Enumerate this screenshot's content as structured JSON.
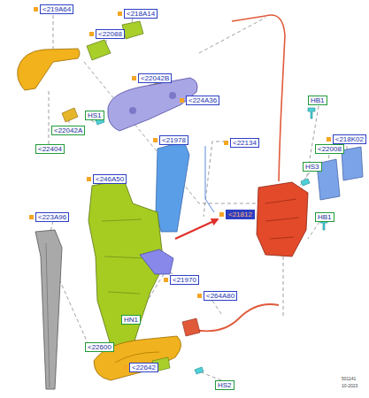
{
  "diagram": {
    "nodes": [
      {
        "text": [
          "<219A64"
        ]
      },
      {
        "text": [
          "<218A14"
        ]
      },
      {
        "text": [
          "<22088"
        ]
      },
      {
        "text": [
          "<22042B"
        ]
      },
      {
        "text": [
          "HS1"
        ]
      },
      {
        "text": [
          "<22042A"
        ]
      },
      {
        "text": [
          "<22404"
        ]
      },
      {
        "text": [
          "<224A36"
        ]
      },
      {
        "text": [
          "HB1"
        ]
      },
      {
        "text": [
          "<21978"
        ]
      },
      {
        "text": [
          "<22134"
        ]
      },
      {
        "text": [
          "<218K02"
        ]
      },
      {
        "text": [
          "<22008"
        ]
      },
      {
        "text": [
          "HS3"
        ]
      },
      {
        "text": [
          "<246A50"
        ]
      },
      {
        "text": [
          "<21812"
        ]
      },
      {
        "text": [
          "<223A96"
        ]
      },
      {
        "text": [
          "HB1"
        ]
      },
      {
        "text": [
          "<21970"
        ]
      },
      {
        "text": [
          "<264A80"
        ]
      },
      {
        "text": [
          "HN1"
        ]
      },
      {
        "text": [
          "<22600"
        ]
      },
      {
        "text": [
          "<22642"
        ]
      },
      {
        "text": [
          "HS2"
        ]
      }
    ],
    "labels": [
      "501141",
      "10-2023"
    ]
  }
}
